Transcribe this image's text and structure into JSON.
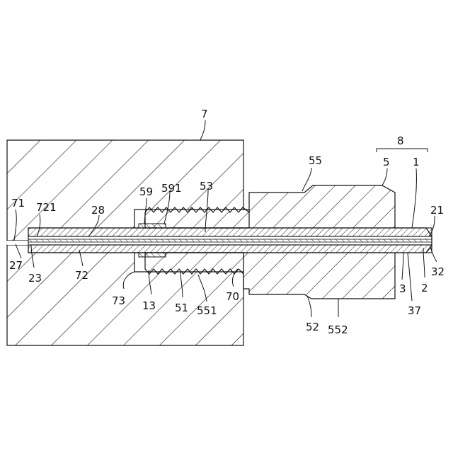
{
  "figure": {
    "labels": {
      "l7": "7",
      "l8": "8",
      "l55": "55",
      "l5": "5",
      "l1": "1",
      "l59": "59",
      "l591": "591",
      "l53": "53",
      "l71": "71",
      "l721": "721",
      "l28": "28",
      "l21": "21",
      "l27": "27",
      "l23": "23",
      "l72": "72",
      "l73": "73",
      "l13": "13",
      "l51": "51",
      "l551": "551",
      "l70": "70",
      "l52": "52",
      "l552": "552",
      "l3": "3",
      "l2": "2",
      "l32": "32",
      "l37": "37"
    }
  }
}
